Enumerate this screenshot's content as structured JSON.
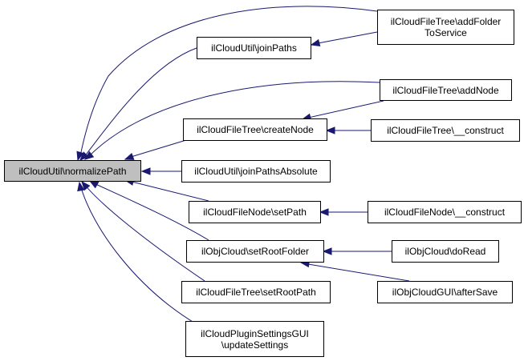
{
  "graph": {
    "edge_color": "#191970",
    "root": {
      "label": "ilCloudUtil\\normalizePath"
    },
    "nodes": {
      "join_paths": {
        "label": "ilCloudUtil\\joinPaths"
      },
      "create_node": {
        "label": "ilCloudFileTree\\createNode"
      },
      "join_paths_absolute": {
        "label": "ilCloudUtil\\joinPathsAbsolute"
      },
      "set_path": {
        "label": "ilCloudFileNode\\setPath"
      },
      "set_root_folder": {
        "label": "ilObjCloud\\setRootFolder"
      },
      "set_root_path": {
        "label": "ilCloudFileTree\\setRootPath"
      },
      "update_settings": {
        "line1": "ilCloudPluginSettingsGUI",
        "line2": "\\updateSettings"
      },
      "add_folder_to_service": {
        "line1": "ilCloudFileTree\\addFolder",
        "line2": "ToService"
      },
      "add_node": {
        "label": "ilCloudFileTree\\addNode"
      },
      "file_tree_construct": {
        "label": "ilCloudFileTree\\__construct"
      },
      "file_node_construct": {
        "label": "ilCloudFileNode\\__construct"
      },
      "do_read": {
        "label": "ilObjCloud\\doRead"
      },
      "after_save": {
        "label": "ilObjCloudGUI\\afterSave"
      }
    }
  }
}
